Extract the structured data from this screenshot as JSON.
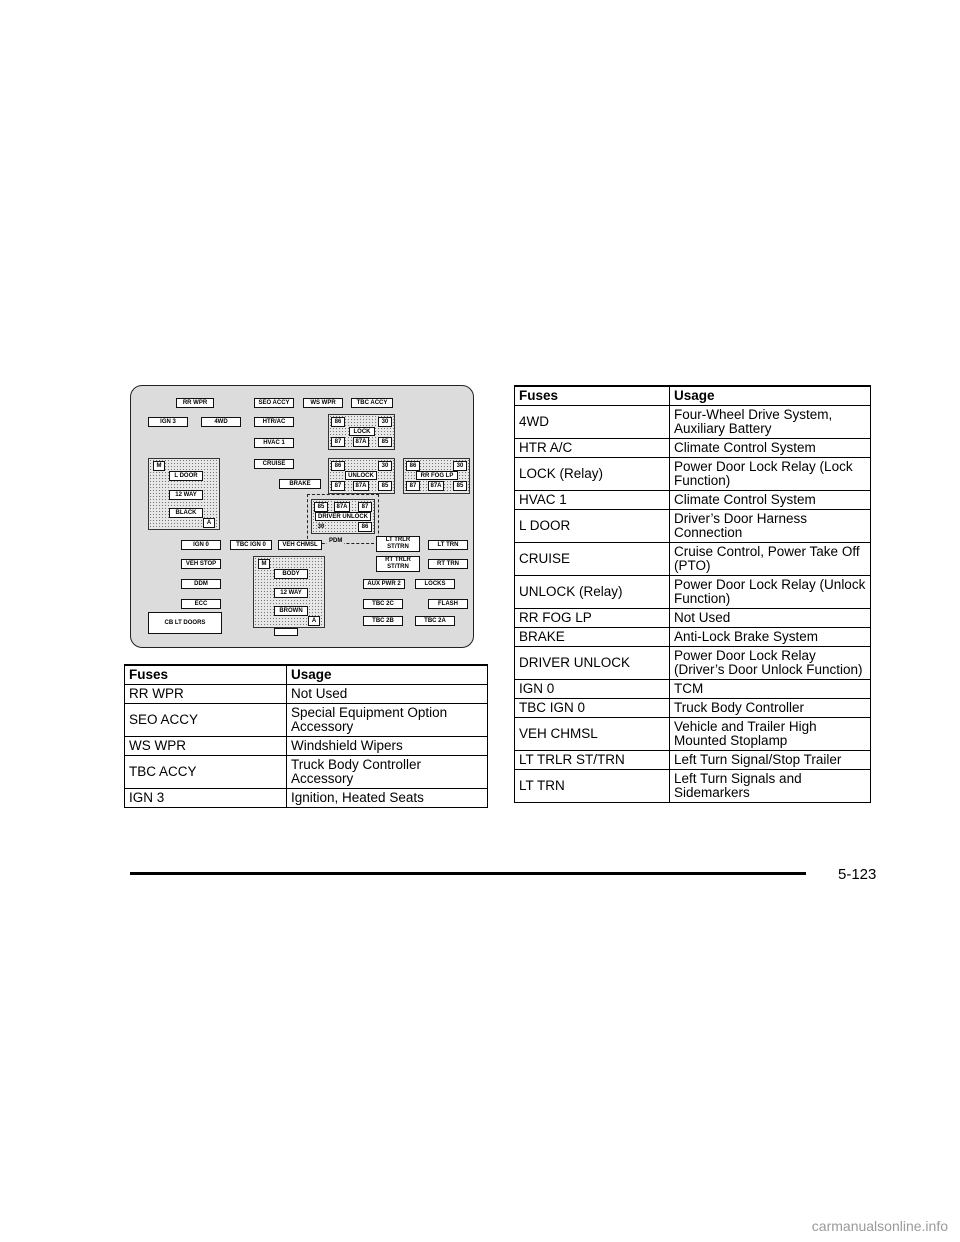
{
  "diagram": {
    "labels": {
      "rr_wpr": "RR WPR",
      "seo_accy": "SEO ACCY",
      "ws_wpr": "WS WPR",
      "tbc_accy": "TBC ACCY",
      "ign3": "IGN 3",
      "fourwd": "4WD",
      "htr_ac": "HTR/AC",
      "hvac1": "HVAC 1",
      "cruise": "CRUISE",
      "brake": "BRAKE",
      "lock": "LOCK",
      "unlock": "UNLOCK",
      "rr_fog_lp": "RR FOG LP",
      "driver_unlock": "DRIVER UNLOCK",
      "pdm": "PDM",
      "m1": "M",
      "l_door": "L DOOR",
      "twelve_way1": "12 WAY",
      "black": "BLACK",
      "a1": "A",
      "ign0": "IGN 0",
      "tbc_ign0": "TBC IGN 0",
      "veh_chmsl": "VEH CHMSL",
      "lt_trlr": "LT TRLR ST/TRN",
      "lt_trn": "LT TRN",
      "rt_trlr": "RT TRLR ST/TRN",
      "rt_trn": "RT TRN",
      "veh_stop": "VEH STOP",
      "ddm": "DDM",
      "ecc": "ECC",
      "cb_lt_doors": "CB LT DOORS",
      "m2": "M",
      "body": "BODY",
      "twelve_way2": "12 WAY",
      "brown": "BROWN",
      "a2": "A",
      "aux_pwr2": "AUX PWR 2",
      "locks": "LOCKS",
      "tbc_2c": "TBC 2C",
      "flash": "FLASH",
      "tbc_2b": "TBC 2B",
      "tbc_2a": "TBC 2A",
      "pin86": "86",
      "pin30": "30",
      "pin87": "87",
      "pin87a": "87A",
      "pin85": "85"
    }
  },
  "table_left": {
    "headers": [
      "Fuses",
      "Usage"
    ],
    "rows": [
      [
        "RR WPR",
        "Not Used"
      ],
      [
        "SEO ACCY",
        "Special Equipment Option Accessory"
      ],
      [
        "WS WPR",
        "Windshield Wipers"
      ],
      [
        "TBC ACCY",
        "Truck Body Controller Accessory"
      ],
      [
        "IGN 3",
        "Ignition, Heated Seats"
      ]
    ]
  },
  "table_right": {
    "headers": [
      "Fuses",
      "Usage"
    ],
    "rows": [
      [
        "4WD",
        "Four-Wheel Drive System, Auxiliary Battery"
      ],
      [
        "HTR A/C",
        "Climate Control System"
      ],
      [
        "LOCK (Relay)",
        "Power Door Lock Relay (Lock Function)"
      ],
      [
        "HVAC 1",
        "Climate Control System"
      ],
      [
        "L DOOR",
        "Driver’s Door Harness Connection"
      ],
      [
        "CRUISE",
        "Cruise Control, Power Take Off (PTO)"
      ],
      [
        "UNLOCK (Relay)",
        "Power Door Lock Relay (Unlock Function)"
      ],
      [
        "RR FOG LP",
        "Not Used"
      ],
      [
        "BRAKE",
        "Anti-Lock Brake System"
      ],
      [
        "DRIVER UNLOCK",
        "Power Door Lock Relay (Driver’s Door Unlock Function)"
      ],
      [
        "IGN 0",
        "TCM"
      ],
      [
        "TBC IGN 0",
        "Truck Body Controller"
      ],
      [
        "VEH CHMSL",
        "Vehicle and Trailer High Mounted Stoplamp"
      ],
      [
        "LT TRLR ST/TRN",
        "Left Turn Signal/Stop Trailer"
      ],
      [
        "LT TRN",
        "Left Turn Signals and Sidemarkers"
      ]
    ]
  },
  "footer": {
    "page_number": "5-123"
  },
  "watermark": "carmanualsonline.info"
}
